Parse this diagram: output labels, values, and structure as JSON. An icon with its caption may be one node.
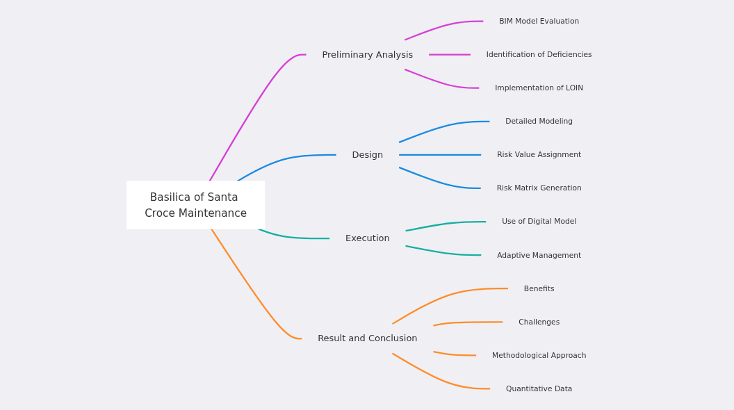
{
  "diagram": {
    "nodes": [
      {
        "text": [
          "Basilica of Santa Croce Maintenance"
        ]
      },
      {
        "text": [
          "Preliminary Analysis"
        ]
      },
      {
        "text": [
          "BIM Model Evaluation"
        ]
      },
      {
        "text": [
          "Identification of Deficiencies"
        ]
      },
      {
        "text": [
          "Implementation of LOIN"
        ]
      },
      {
        "text": [
          "Design"
        ]
      },
      {
        "text": [
          "Detailed Modeling"
        ]
      },
      {
        "text": [
          "Risk Value Assignment"
        ]
      },
      {
        "text": [
          "Risk Matrix Generation"
        ]
      },
      {
        "text": [
          "Execution"
        ]
      },
      {
        "text": [
          "Use of Digital Model"
        ]
      },
      {
        "text": [
          "Adaptive Management"
        ]
      },
      {
        "text": [
          "Result and Conclusion"
        ]
      },
      {
        "text": [
          "Benefits"
        ]
      },
      {
        "text": [
          "Challenges"
        ]
      },
      {
        "text": [
          "Methodological Approach"
        ]
      },
      {
        "text": [
          "Quantitative Data"
        ]
      }
    ],
    "edges": [
      {
        "from": 0,
        "to": 1,
        "arrow": "none",
        "color": "#d63fd6"
      },
      {
        "from": 1,
        "to": 2,
        "arrow": "none",
        "color": "#d63fd6"
      },
      {
        "from": 1,
        "to": 3,
        "arrow": "none",
        "color": "#d63fd6"
      },
      {
        "from": 1,
        "to": 4,
        "arrow": "none",
        "color": "#d63fd6"
      },
      {
        "from": 0,
        "to": 5,
        "arrow": "none",
        "color": "#1a8be0"
      },
      {
        "from": 5,
        "to": 6,
        "arrow": "none",
        "color": "#1a8be0"
      },
      {
        "from": 5,
        "to": 7,
        "arrow": "none",
        "color": "#1a8be0"
      },
      {
        "from": 5,
        "to": 8,
        "arrow": "none",
        "color": "#1a8be0"
      },
      {
        "from": 0,
        "to": 9,
        "arrow": "none",
        "color": "#16b0a0"
      },
      {
        "from": 9,
        "to": 10,
        "arrow": "none",
        "color": "#16b0a0"
      },
      {
        "from": 9,
        "to": 11,
        "arrow": "none",
        "color": "#16b0a0"
      },
      {
        "from": 0,
        "to": 12,
        "arrow": "none",
        "color": "#ff8c2a"
      },
      {
        "from": 12,
        "to": 13,
        "arrow": "none",
        "color": "#ff8c2a"
      },
      {
        "from": 12,
        "to": 14,
        "arrow": "none",
        "color": "#ff8c2a"
      },
      {
        "from": 12,
        "to": 15,
        "arrow": "none",
        "color": "#ff8c2a"
      },
      {
        "from": 12,
        "to": 16,
        "arrow": "none",
        "color": "#ff8c2a"
      }
    ]
  }
}
